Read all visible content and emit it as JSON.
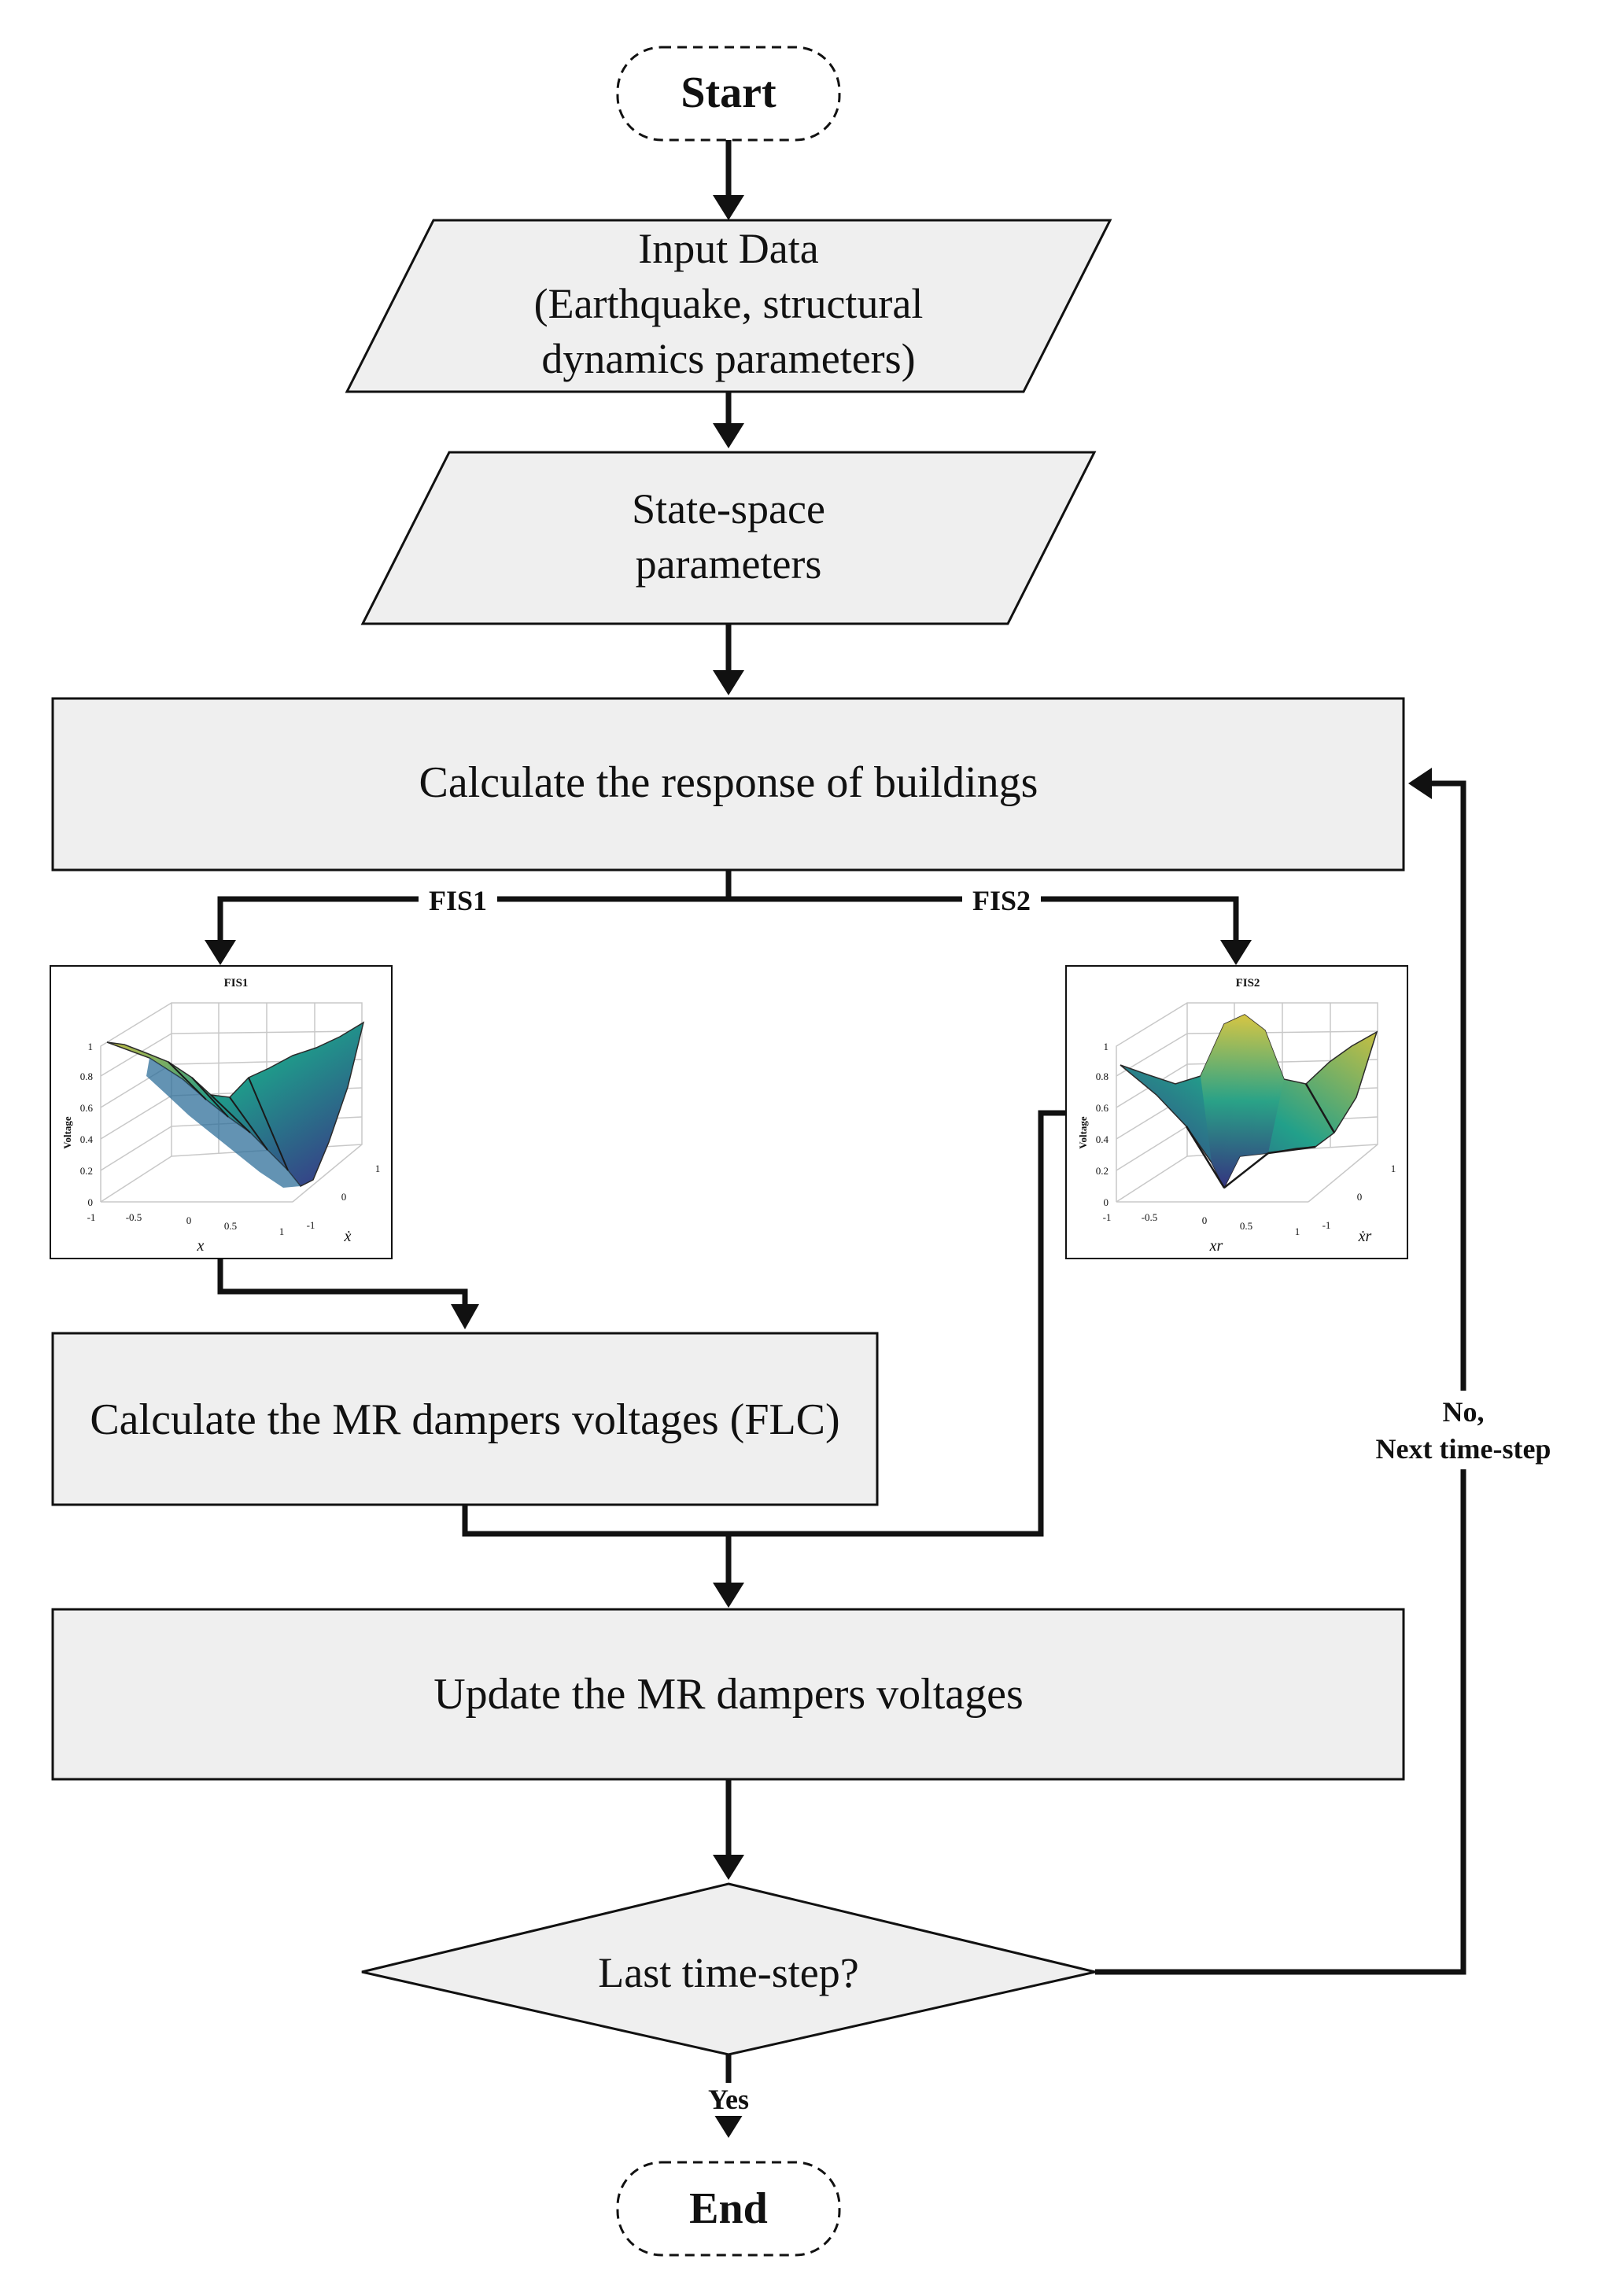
{
  "nodes": {
    "start": "Start",
    "input_line1": "Input Data",
    "input_line2": "(Earthquake, structural",
    "input_line3": "dynamics parameters)",
    "statespace_line1": "State-space",
    "statespace_line2": "parameters",
    "calc_response": "Calculate the response of buildings",
    "calc_voltages": "Calculate the MR dampers voltages (FLC)",
    "update_voltages": "Update the MR dampers voltages",
    "decision": "Last time-step?",
    "end": "End"
  },
  "edges": {
    "branch_left": "FIS1",
    "branch_right": "FIS2",
    "no_line1": "No,",
    "no_line2": "Next time-step",
    "yes": "Yes"
  },
  "fis1": {
    "title": "FIS1",
    "zlabel": "Voltage",
    "xlabel": "x",
    "ylabel": "ẋ",
    "zticks": [
      "1",
      "0.8",
      "0.6",
      "0.4",
      "0.2",
      "0"
    ],
    "xticks": [
      "-1",
      "-0.5",
      "0",
      "0.5",
      "1"
    ],
    "yticks": [
      "1",
      "0",
      "-1"
    ]
  },
  "fis2": {
    "title": "FIS2",
    "zlabel": "Voltage",
    "xlabel": "xr",
    "ylabel": "ẋr",
    "zticks": [
      "1",
      "0.8",
      "0.6",
      "0.4",
      "0.2",
      "0"
    ],
    "xticks": [
      "-1",
      "-0.5",
      "0",
      "0.5",
      "1"
    ],
    "yticks": [
      "1",
      "0",
      "-1"
    ]
  },
  "colors": {
    "box_fill": "#efefef",
    "stroke": "#111111",
    "surface_high": "#d8c23a",
    "surface_mid": "#1f9a8a",
    "surface_low": "#3b2f87"
  }
}
